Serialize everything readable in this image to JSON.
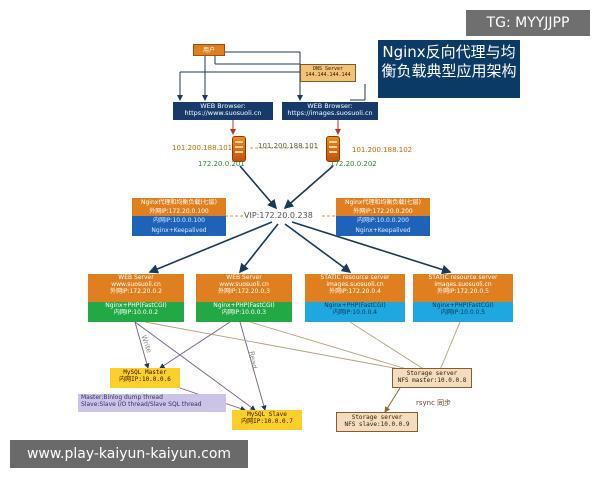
{
  "header": {
    "tg_badge": "TG: MYYJJPP",
    "title_line1": "Nginx反向代理与均",
    "title_line2": "衡负载典型应用架构"
  },
  "user": {
    "label": "用户"
  },
  "dns": {
    "line1": "DNS Server",
    "line2": "144.144.144.144"
  },
  "browsers": [
    {
      "line1": "WEB Browser:",
      "line2": "https://www.suosuoli.cn"
    },
    {
      "line1": "WEB Browser:",
      "line2": "https://images.suosuoli.cn"
    }
  ],
  "firewall_ips": {
    "left_public": "101.200.188.101",
    "middle_public": "101.200.188.101",
    "right_public": "101.200.188.102",
    "left_internal": "172.20.0.201",
    "right_internal": "172.20.0.202"
  },
  "vip": {
    "label": "VIP:172.20.0.238"
  },
  "proxies": [
    {
      "title": "Nginx代理和均衡负载(七层)",
      "ext": "外网IP:172.20.0.100",
      "int": "内网IP:10.0.0.100",
      "ka": "Nginx+Keepalived"
    },
    {
      "title": "Nginx代理和均衡负载(七层)",
      "ext": "外网IP:172.20.0.200",
      "int": "内网IP:10.0.0.200",
      "ka": "Nginx+Keepalived"
    }
  ],
  "servers": [
    {
      "name": "WEB Server",
      "domain": "www.suosuoli.cn",
      "ext": "外网IP:172.20.0.2",
      "stack": "Nginx+PHP(FastCGI)",
      "int": "内网IP:10.0.0.2"
    },
    {
      "name": "WEB Server",
      "domain": "www.suosuoli.cn",
      "ext": "外网IP:172.20.0.3",
      "stack": "Nginx+PHP(FastCGI)",
      "int": "内网IP:10.0.0.3"
    },
    {
      "name": "STATIC resource server",
      "domain": "images.suosuoli.cn",
      "ext": "外网IP:172.20.0.4",
      "stack": "Nginx+PHP(FastCGI)",
      "int": "内网IP:10.0.0.4"
    },
    {
      "name": "STATIC resource server",
      "domain": "images.suosuoli.cn",
      "ext": "外网IP:172.20.0.5",
      "stack": "Nginx+PHP(FastCGI)",
      "int": "内网IP:10.0.0.5"
    }
  ],
  "mysql_master": {
    "line1": "MySQL Master",
    "line2": "内网IP:10.0.0.6"
  },
  "mysql_slave": {
    "line1": "MySQL Slave",
    "line2": "内网IP:10.0.0.7"
  },
  "replication_note": {
    "line1": "Master:Binlog dump thread",
    "line2": "Slave:Slave I/O thread/Slave SQL thread"
  },
  "storage_master": {
    "line1": "Storage server",
    "line2": "NFS master:10.0.0.8"
  },
  "storage_slave": {
    "line1": "Storage server",
    "line2": "NFS slave:10.0.0.9"
  },
  "edge_labels": {
    "write": "Write",
    "read": "Read",
    "rsync": "rsync 同步"
  },
  "watermark": "www.play-kaiyun-kaiyun.com",
  "colors": {
    "orange": "#e07f1f",
    "navy": "#173a6a",
    "blue": "#1f63b8",
    "green": "#22a845",
    "cyan": "#1fa8e0",
    "yellow": "#fccf2b",
    "brown": "#8a5a2b",
    "lavender": "#cbc4e6"
  }
}
